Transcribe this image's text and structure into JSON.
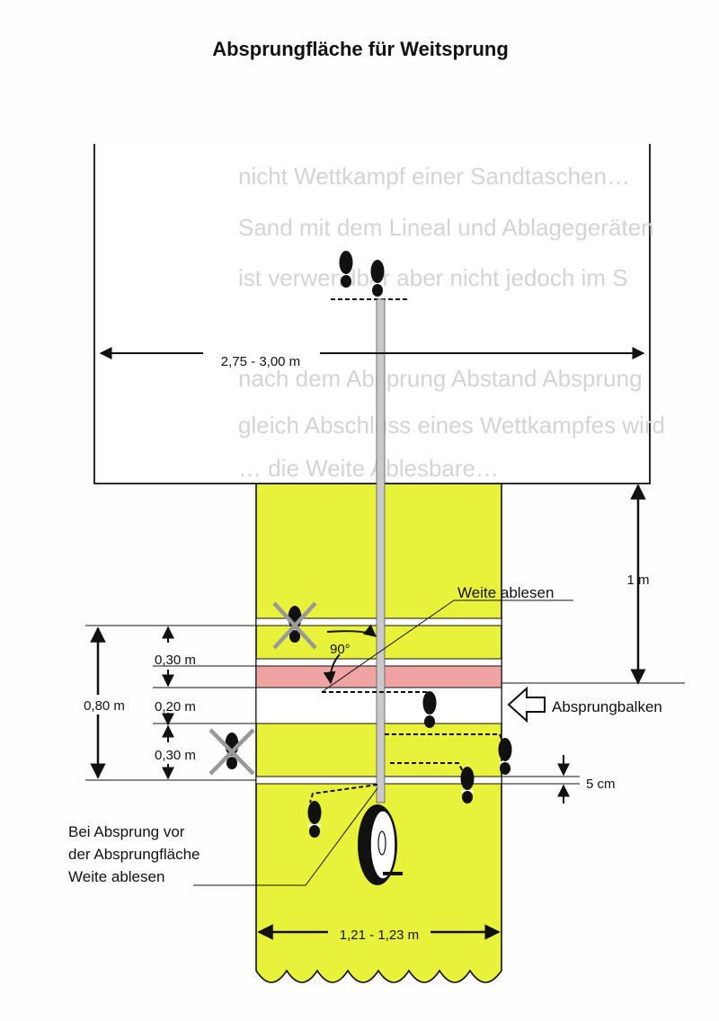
{
  "title": "Absprungfläche für Weitsprung",
  "pit": {
    "width_label": "2,75 - 3,00 m",
    "ghost_text": [
      "nicht Wettkampf einer Sandtaschen…",
      "Sand mit dem Lineal und Ablagegeräten",
      "ist verwendbar aber nicht jedoch im S",
      "nach dem Absprung Abstand Absprung",
      "gleich Abschluss eines Wettkampfes wird",
      "… die Weite Ablesbare…"
    ]
  },
  "labels": {
    "distance_to_pit": "1 m",
    "read_distance": "Weite ablesen",
    "right_angle": "90°",
    "zone_left_top": "0,30 m",
    "zone_board": "0,20 m",
    "zone_left_bottom": "0,30 m",
    "zone_total": "0,80 m",
    "takeoff_board": "Absprungbalken",
    "gap": "5 cm",
    "runway_width": "1,21 - 1,23 m"
  },
  "note_lines": [
    "Bei Absprung vor",
    "der Absprungfläche",
    "Weite ablesen"
  ],
  "colors": {
    "runway": "#e9f23b",
    "plasticine": "#f0a3a3",
    "board": "#ffffff",
    "line": "#111111",
    "tape": "#c9c9c9",
    "cross": "#999999"
  }
}
